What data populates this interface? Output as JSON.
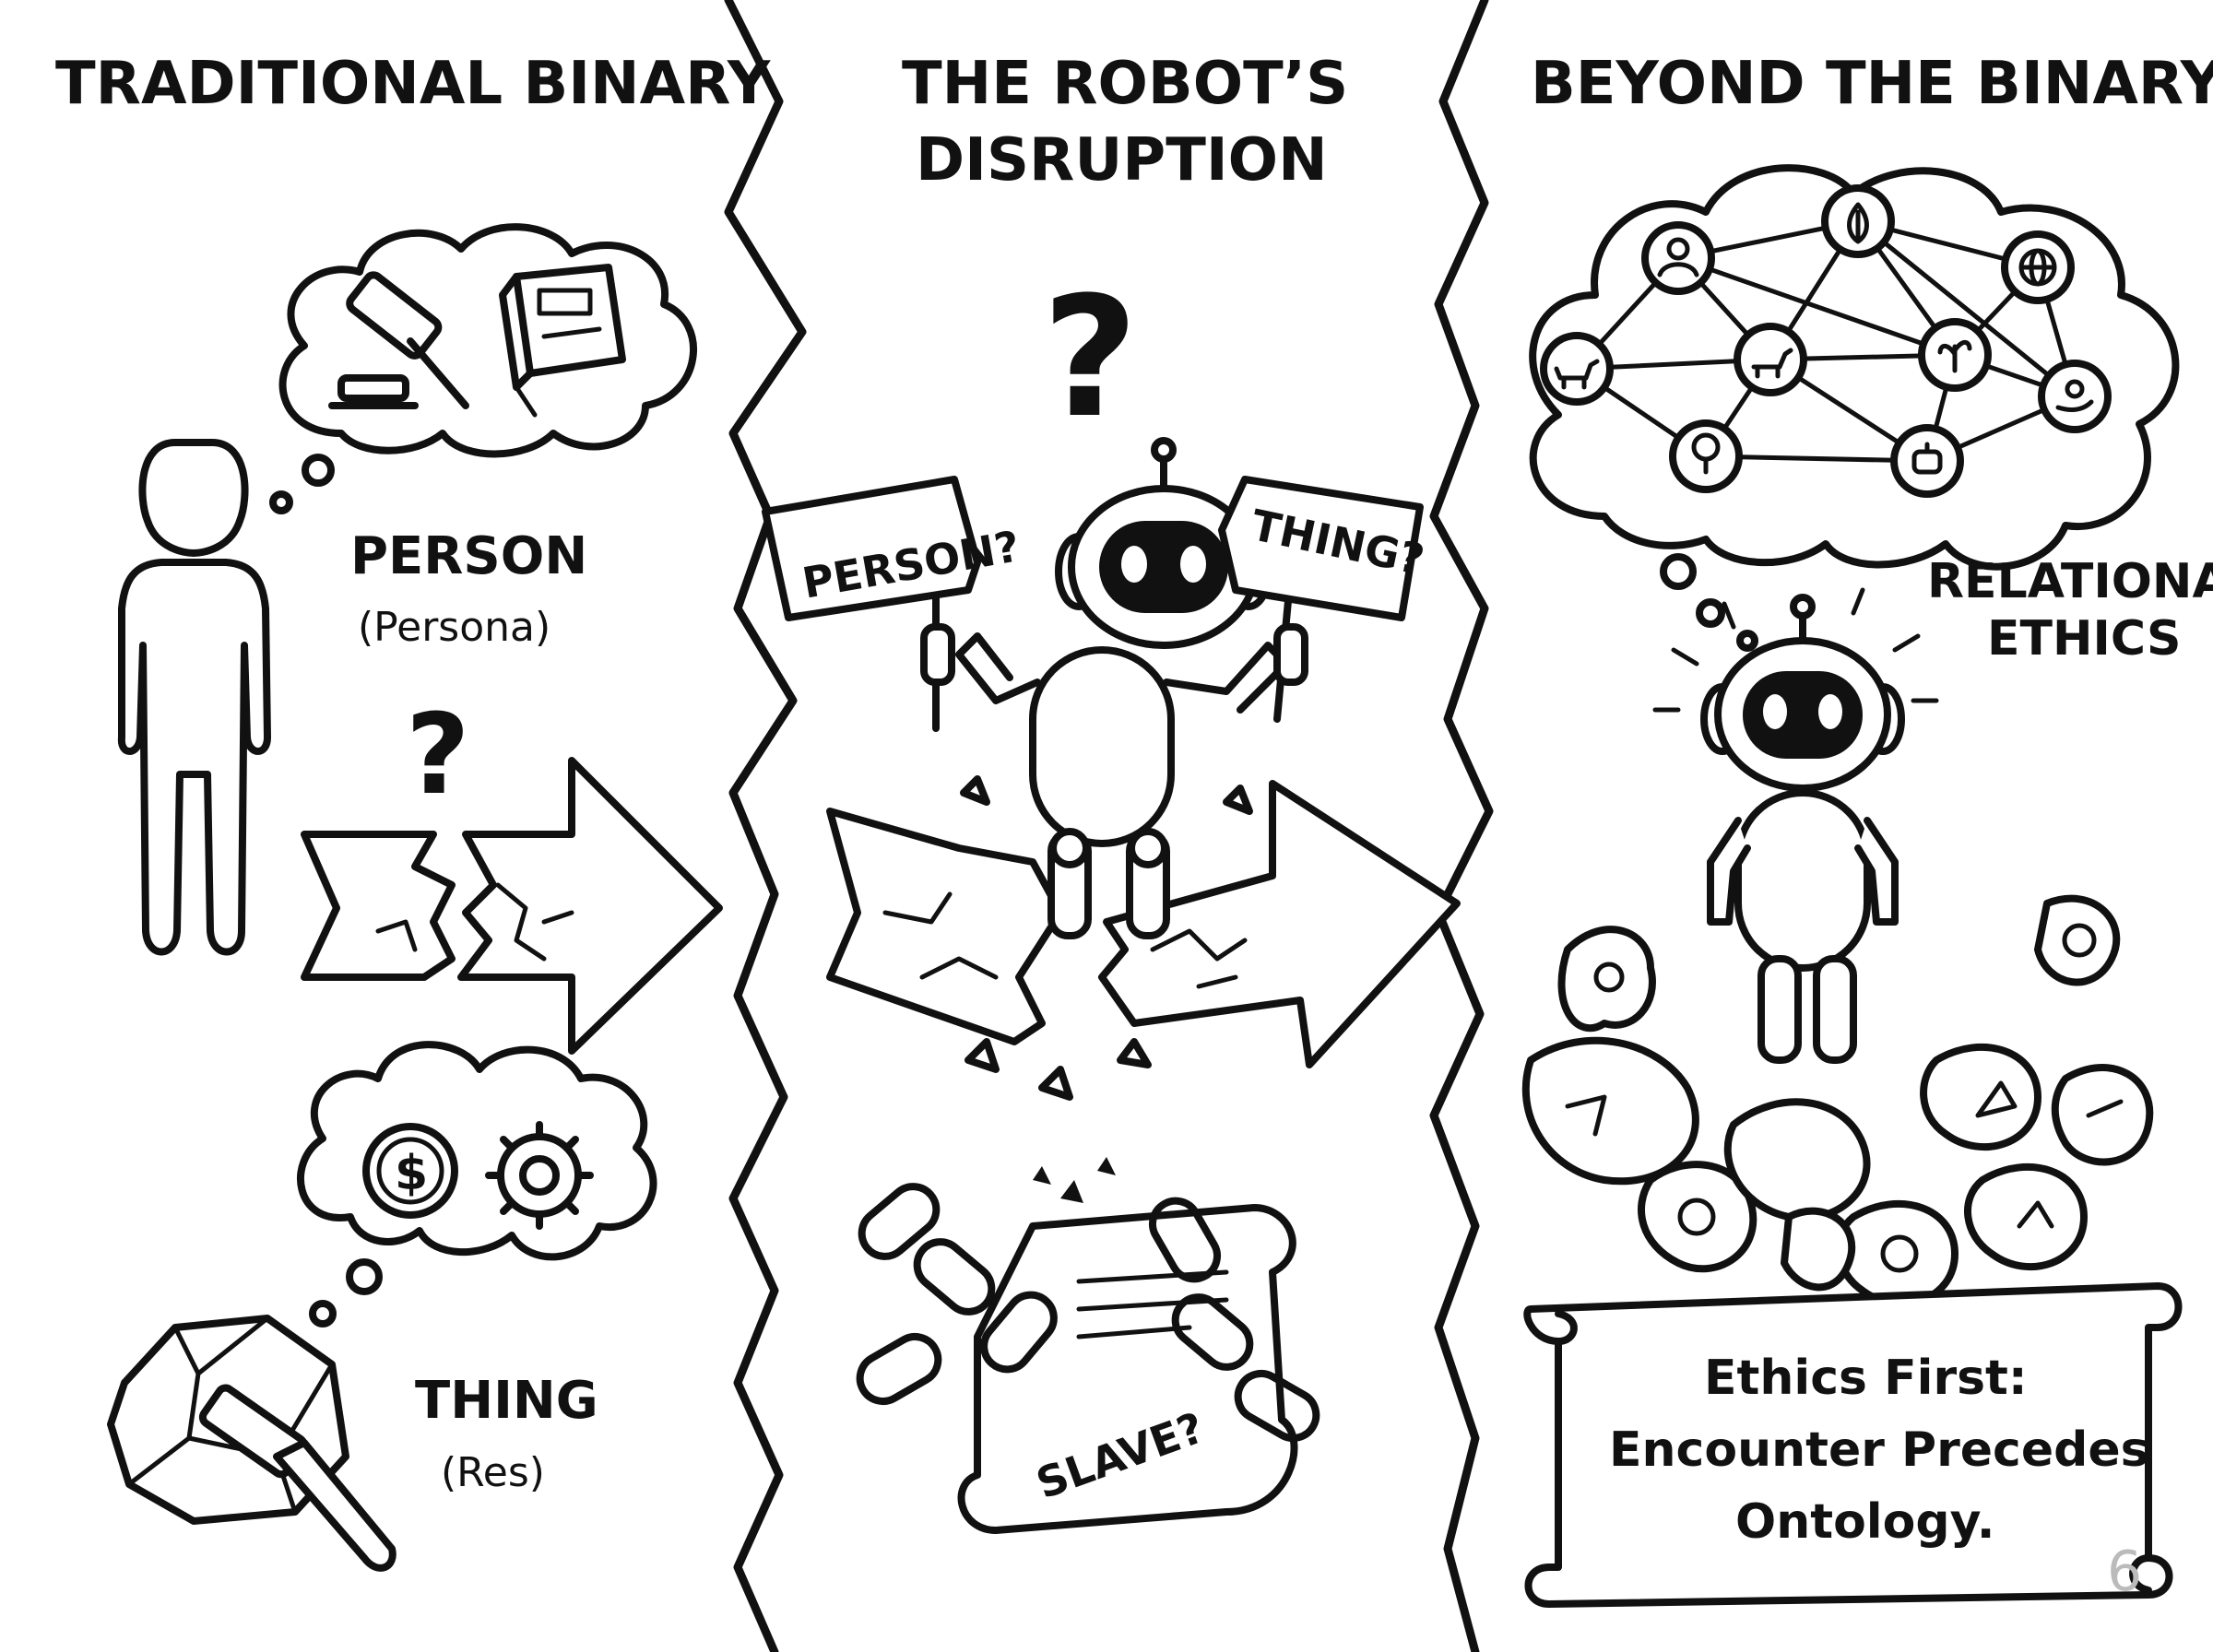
{
  "panels": {
    "left": {
      "title": "TRADITIONAL BINARY",
      "person_label": "PERSON",
      "person_sub": "(Persona)",
      "thing_label": "THING",
      "thing_sub": "(Res)",
      "question": "?"
    },
    "middle": {
      "title_line1": "THE ROBOT’S",
      "title_line2": "DISRUPTION",
      "question": "?",
      "sign_person": "PERSON?",
      "sign_thing": "THING?",
      "scroll_label": "SLAVE?"
    },
    "right": {
      "title": "BEYOND THE BINARY",
      "relational_line1": "RELATIONAL",
      "relational_line2": "ETHICS",
      "scroll_line1": "Ethics First:",
      "scroll_line2": "Encounter Precedes",
      "scroll_line3": "Ontology."
    }
  },
  "corner_mark": "6",
  "icons": {
    "left": [
      "gavel-icon",
      "law-book-icon",
      "coin-icon",
      "gear-icon",
      "rock-icon",
      "hammer-icon",
      "human-silhouette-icon"
    ],
    "right_network": [
      "person-icon",
      "leaf-hands-icon",
      "globe-icon",
      "dog-icon",
      "animal-icon",
      "plant-icon",
      "hand-care-icon",
      "tree-icon",
      "robot-head-icon"
    ]
  },
  "colors": {
    "ink": "#111111",
    "background": "#ffffff"
  }
}
